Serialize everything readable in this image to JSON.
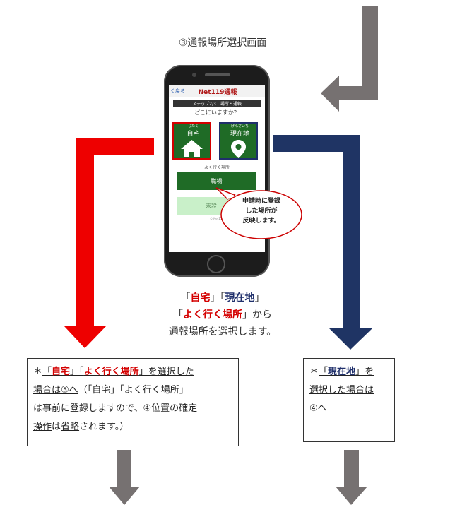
{
  "title": "③通報場所選択画面",
  "phone": {
    "back_label": "く戻る",
    "app_title": "Net119通報",
    "step_text": "ステップ2/3　場所・通報",
    "question": "どこにいますか？",
    "home_ruby": "じたく",
    "home_label": "自宅",
    "current_ruby": "げんざいち",
    "current_label": "現在地",
    "frequent_label": "よく行く場所",
    "work_button": "職場",
    "unset_button": "未設",
    "copyright": "© Net119"
  },
  "callout": {
    "line1": "申請時に登録",
    "line2": "した場所が",
    "line3": "反映します。"
  },
  "caption": {
    "q_open": "「",
    "home": "自宅",
    "q_mid": "」「",
    "current": "現在地",
    "q_close": "」",
    "q_open2": "「",
    "frequent": "よく行く場所",
    "q_close_from": "」から",
    "line3": "通報場所を選択します。"
  },
  "left_box": {
    "star": "＊",
    "q1": "「",
    "home": "自宅",
    "q2": "」「",
    "frequent": "よく行く場所",
    "q3": "」",
    "select_text": "を選択した",
    "case_text": "場合は",
    "num5": "⑤",
    "to": "へ",
    "paren": "（「自宅」「よく行く場所」",
    "line3": "は事前に登録しますので、",
    "num4": "④",
    "confirm": "位置の確定",
    "operation": "操作",
    "line4_rest": "は",
    "omitted": "省略",
    "line4_end": "されます。）"
  },
  "right_box": {
    "star": "＊",
    "q1": "「",
    "current": "現在地",
    "q2": "」",
    "wo": "を",
    "line2": "選択した場合は",
    "num4": "④",
    "to": "へ"
  },
  "colors": {
    "red_arrow": "#ee0000",
    "navy_arrow": "#1f3464",
    "gray_arrow": "#767171",
    "tile_green": "#1f6b26"
  },
  "icons": [
    "house-icon",
    "map-pin-icon"
  ]
}
